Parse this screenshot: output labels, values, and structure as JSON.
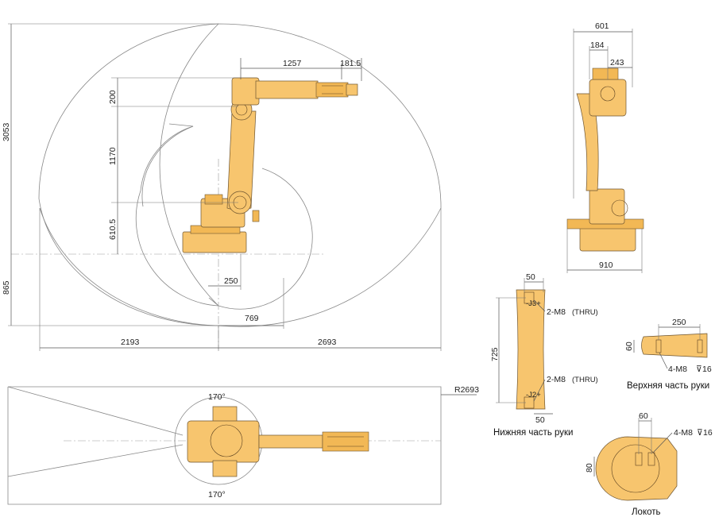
{
  "colors": {
    "robot_body": "#F7C56E",
    "robot_shade": "#F2B855",
    "outline": "#6d5430",
    "lines": "#555555"
  },
  "side_view": {
    "dims": {
      "d1257": "1257",
      "d181_5": "181.5",
      "d200": "200",
      "d1170": "1170",
      "d610_5": "610.5",
      "d3053": "3053",
      "d865": "865",
      "d250": "250",
      "d769": "769",
      "d2193": "2193",
      "d2693": "2693"
    }
  },
  "front_view": {
    "dims": {
      "d601": "601",
      "d184": "184",
      "d243": "243",
      "d910": "910"
    }
  },
  "top_view": {
    "angle_top": "170°",
    "angle_bottom": "170°",
    "radius": "R2693"
  },
  "lower_arm": {
    "caption": "Нижняя часть руки",
    "d50_top": "50",
    "d50_bottom": "50",
    "d725": "725",
    "hole_top": "2-M8",
    "hole_top_note": "(THRU)",
    "hole_bottom": "2-M8",
    "hole_bottom_note": "(THRU)",
    "mark_top": "-J3+",
    "mark_bottom": "-J2+"
  },
  "upper_arm": {
    "caption": "Верхняя часть руки",
    "d250": "250",
    "d60": "60",
    "hole": "4-M8",
    "depth": "16"
  },
  "elbow": {
    "caption": "Локоть",
    "d60": "60",
    "d80": "80",
    "hole": "4-M8",
    "depth": "16"
  }
}
